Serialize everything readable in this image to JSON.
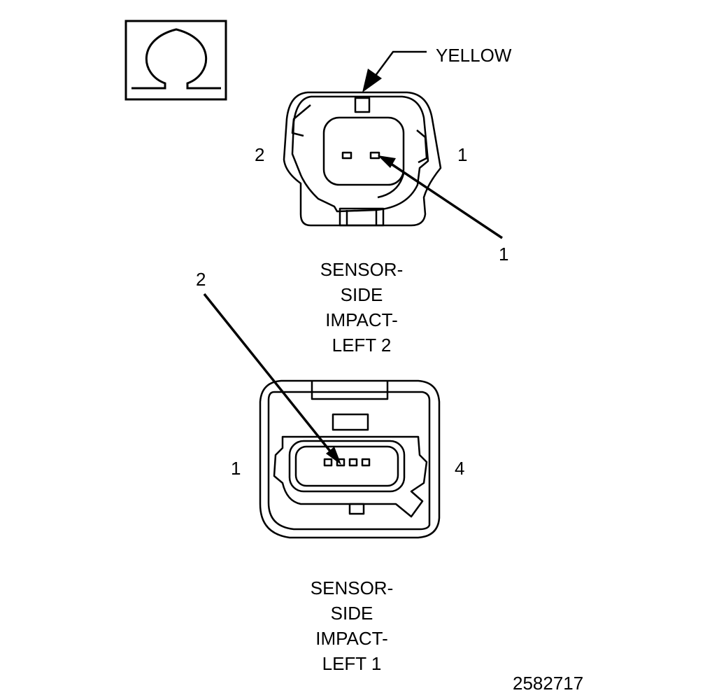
{
  "symbol": {
    "name": "ohm-symbol-icon",
    "glyph": "Ω"
  },
  "connector_top": {
    "wire_color_label": "YELLOW",
    "pin_left_label": "2",
    "pin_right_label": "1",
    "callout_label": "1",
    "name_lines": [
      "SENSOR-",
      "SIDE",
      "IMPACT-",
      "LEFT 2"
    ]
  },
  "connector_bottom": {
    "callout_label": "2",
    "pin_left_label": "1",
    "pin_right_label": "4",
    "name_lines": [
      "SENSOR-",
      "SIDE",
      "IMPACT-",
      "LEFT 1"
    ]
  },
  "figure_number": "2582717"
}
